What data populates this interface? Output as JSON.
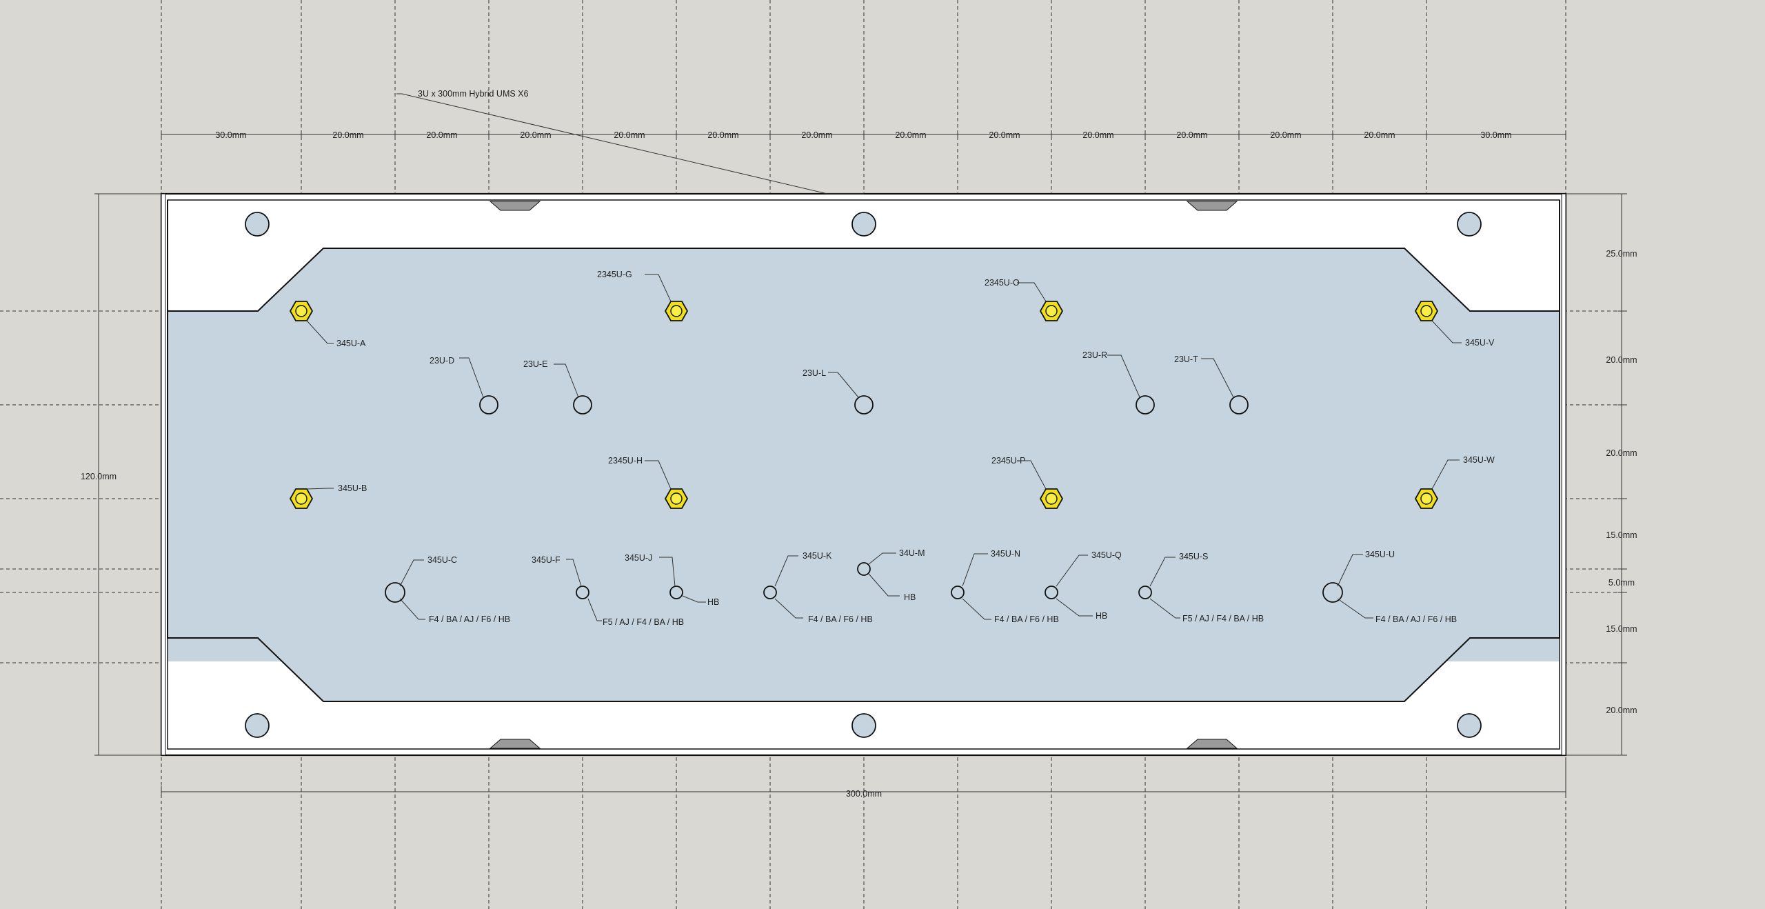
{
  "title": "3U x 300mm Hybrid UMS X6",
  "colors": {
    "background": "#d9d8d3",
    "plate": "#c5d4de",
    "frame": "#ffffff",
    "nut": "#f1df1c"
  },
  "dimensions": {
    "top": [
      "30.0mm",
      "20.0mm",
      "20.0mm",
      "20.0mm",
      "20.0mm",
      "20.0mm",
      "20.0mm",
      "20.0mm",
      "20.0mm",
      "20.0mm",
      "20.0mm",
      "20.0mm",
      "20.0mm",
      "30.0mm"
    ],
    "right": [
      "25.0mm",
      "20.0mm",
      "20.0mm",
      "15.0mm",
      "5.0mm",
      "15.0mm",
      "20.0mm"
    ],
    "left": "120.0mm",
    "bottom": "300.0mm"
  },
  "labels": {
    "a": "345U-A",
    "b": "345U-B",
    "c": "345U-C",
    "c_note": "F4 / BA / AJ / F6 / HB",
    "d": "23U-D",
    "e": "23U-E",
    "f": "345U-F",
    "f_note": "F5 / AJ / F4 / BA / HB",
    "g": "2345U-G",
    "h": "2345U-H",
    "j": "345U-J",
    "j_note": "HB",
    "k": "345U-K",
    "k_note": "F4 / BA / F6 / HB",
    "l": "23U-L",
    "m": "34U-M",
    "m_note": "HB",
    "n": "345U-N",
    "n_note": "F4 / BA / F6 / HB",
    "o": "2345U-O",
    "p": "2345U-P",
    "q": "345U-Q",
    "q_note": "HB",
    "r": "23U-R",
    "s": "345U-S",
    "s_note": "F5 / AJ / F4 / BA / HB",
    "t": "23U-T",
    "u": "345U-U",
    "u_note": "F4 / BA / AJ / F6 / HB",
    "v": "345U-V",
    "w": "345U-W"
  }
}
